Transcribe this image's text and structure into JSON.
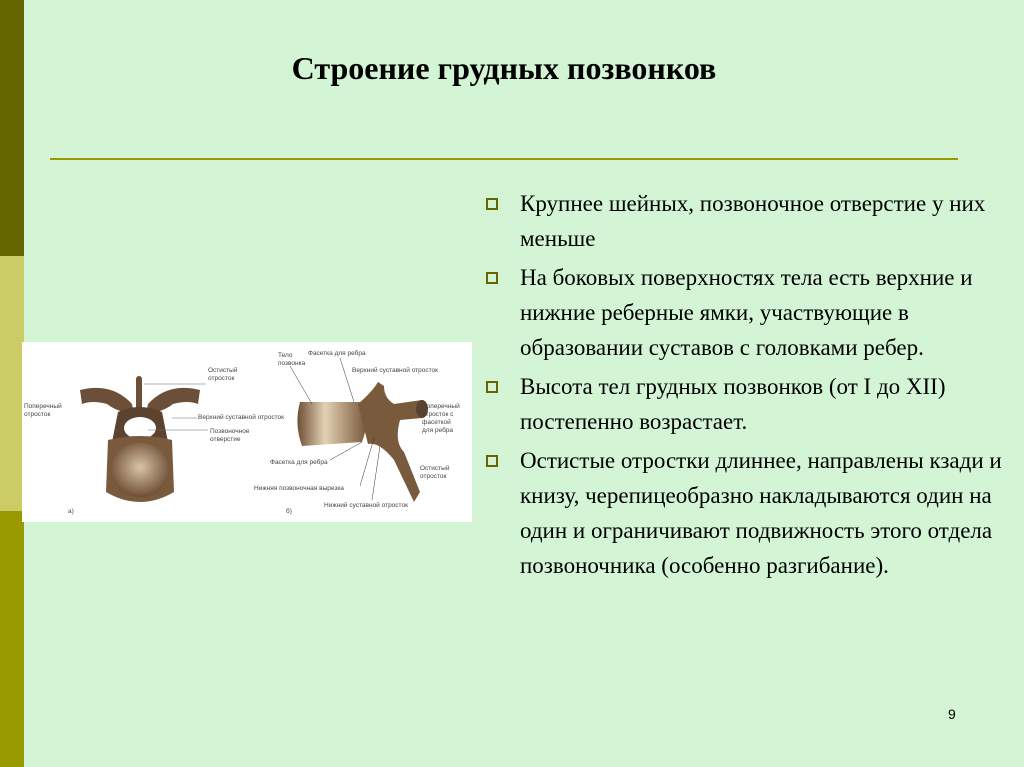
{
  "slide": {
    "title": "Строение грудных позвонков",
    "bullets": [
      "Крупнее шейных, позвоночное отверстие у них меньше",
      "На боковых поверхностях тела есть верхние и нижние реберные ямки, участвующие в образовании суставов с головками ребер.",
      " Высота тел грудных позвонков (от I до XII) постепенно возрастает.",
      " Остистые отростки длиннее, направлены кзади и книзу, черепицеобразно накладываются один на один и ограничивают подвижность этого отдела позвоночника (особенно разгибание)."
    ],
    "page_number": "9"
  },
  "figure": {
    "a": {
      "panel_label": "а)",
      "labels": {
        "spinous_1": "Остистый",
        "spinous_2": "отросток",
        "transverse_1": "Поперечный",
        "transverse_2": "отросток",
        "superior_articular": "Верхний суставной отросток",
        "foramen_1": "Позвоночное",
        "foramen_2": "отверстие"
      }
    },
    "b": {
      "panel_label": "б)",
      "labels": {
        "body_1": "Тело",
        "body_2": "позвонка",
        "facet_top": "Фасетка для ребра",
        "superior_articular": "Верхний суставной отросток",
        "transverse_1": "Поперечный",
        "transverse_2": "отросток с",
        "transverse_3": "фасеткой",
        "transverse_4": "для ребра",
        "facet_bottom": "Фасетка для ребра",
        "spinous_1": "Остистый",
        "spinous_2": "отросток",
        "inferior_notch": "Нижняя позвоночная вырезка",
        "inferior_articular": "Нижний суставной отросток"
      }
    }
  },
  "colors": {
    "background": "#d3f5d5",
    "accent_dark": "#666600",
    "accent_light": "#cccc66",
    "accent_mid": "#999900",
    "bone": "#8a6a4a"
  }
}
